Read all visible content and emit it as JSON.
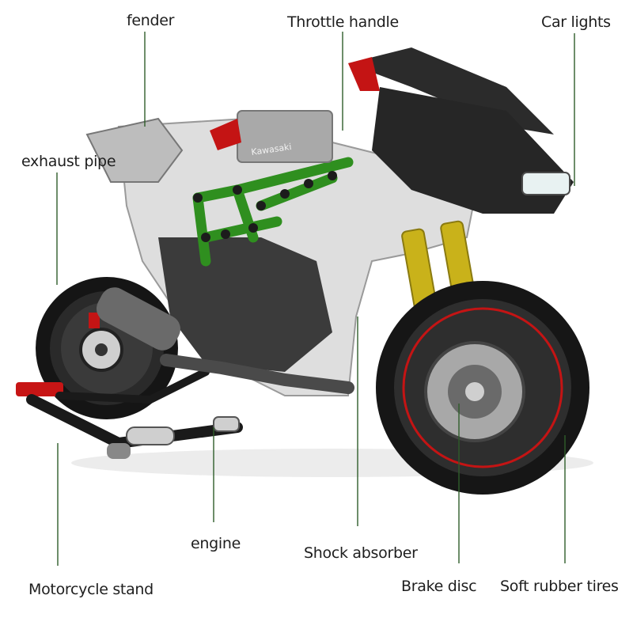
{
  "labels": {
    "fender": "fender",
    "throttle_handle": "Throttle handle",
    "car_lights": "Car lights",
    "exhaust_pipe": "exhaust pipe",
    "engine": "engine",
    "shock_absorber": "Shock absorber",
    "motorcycle_stand": "Motorcycle stand",
    "brake_disc": "Brake disc",
    "soft_rubber_tires": "Soft rubber tires"
  },
  "brand_badge": "Kawasaki",
  "colors": {
    "leader_line": "#2f5d2a",
    "frame_green": "#2f8f1f",
    "fork_gold": "#c9b21a",
    "accent_red": "#d01818",
    "body_white": "#e6e6e6",
    "tire_black": "#1a1a1a"
  }
}
